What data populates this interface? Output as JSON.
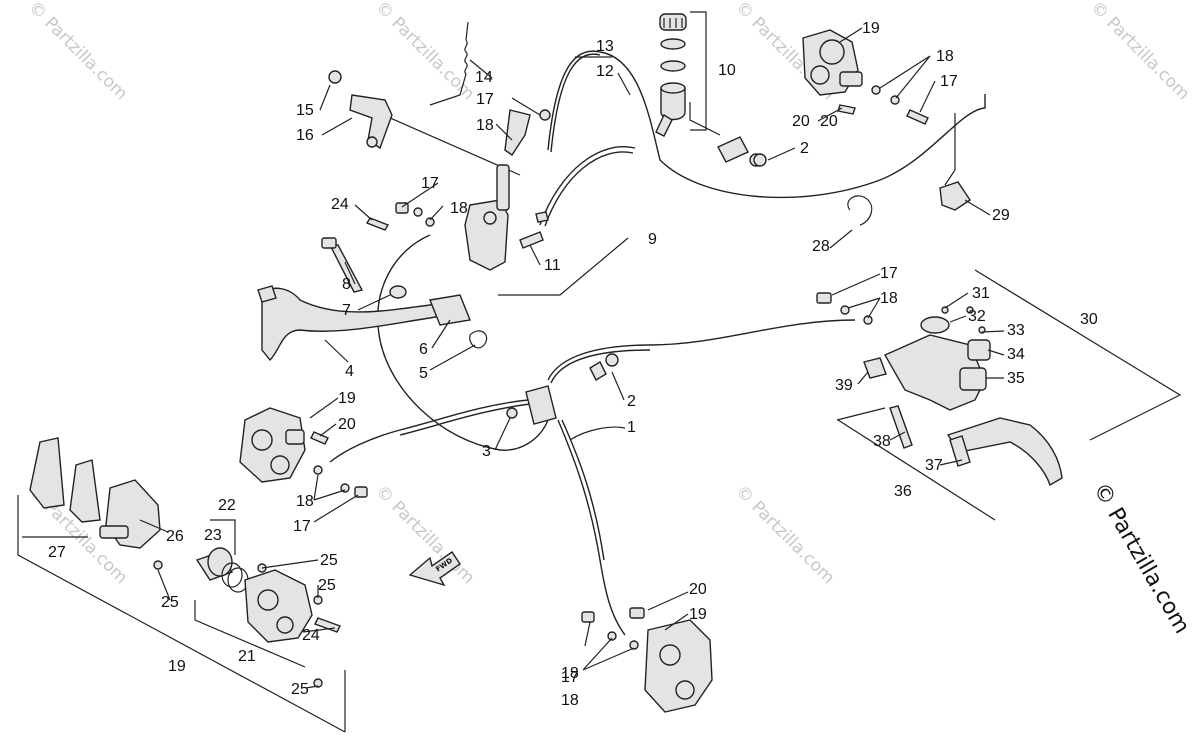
{
  "diagram": {
    "callouts": [
      "1",
      "2",
      "2",
      "3",
      "4",
      "5",
      "6",
      "7",
      "8",
      "9",
      "10",
      "11",
      "12",
      "13",
      "14",
      "15",
      "16",
      "17",
      "17",
      "17",
      "17",
      "17",
      "17",
      "18",
      "18",
      "18",
      "18",
      "18",
      "18",
      "18",
      "19",
      "19",
      "19",
      "19",
      "20",
      "20",
      "20",
      "20",
      "21",
      "22",
      "23",
      "24",
      "24",
      "25",
      "25",
      "25",
      "25",
      "26",
      "27",
      "28",
      "29",
      "30",
      "31",
      "32",
      "33",
      "34",
      "35",
      "36",
      "37",
      "38",
      "39"
    ],
    "fwd_label": "FWD",
    "watermark": "© Partzilla.com",
    "copyright": "© Partzilla.com"
  }
}
